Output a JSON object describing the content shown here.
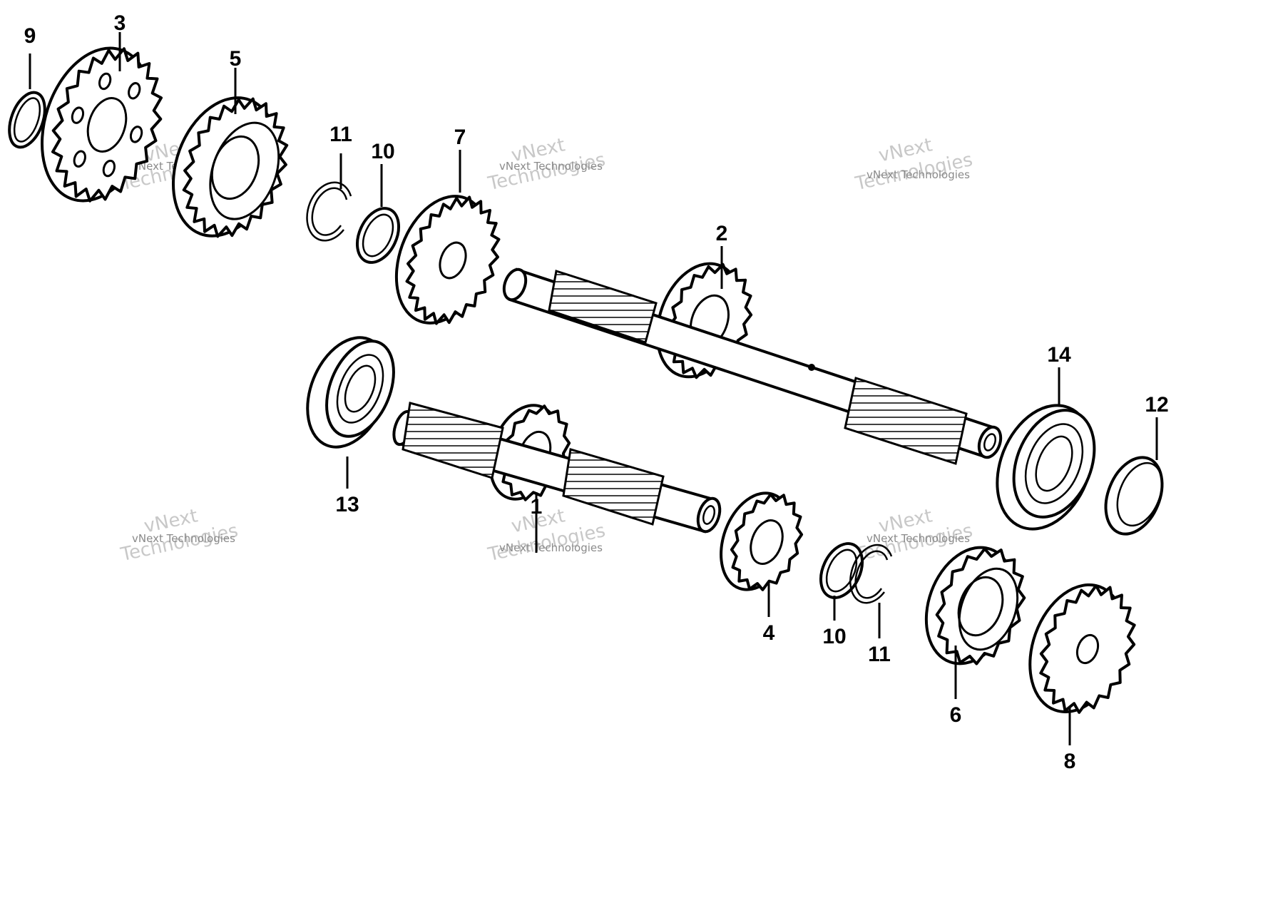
{
  "callouts": [
    "1",
    "2",
    "3",
    "4",
    "5",
    "6",
    "7",
    "8",
    "9",
    "10",
    "10",
    "11",
    "11",
    "12",
    "13",
    "14"
  ],
  "watermark": {
    "line1": "vNext",
    "line2": "Technologies",
    "caption": "vNext Technologies"
  }
}
